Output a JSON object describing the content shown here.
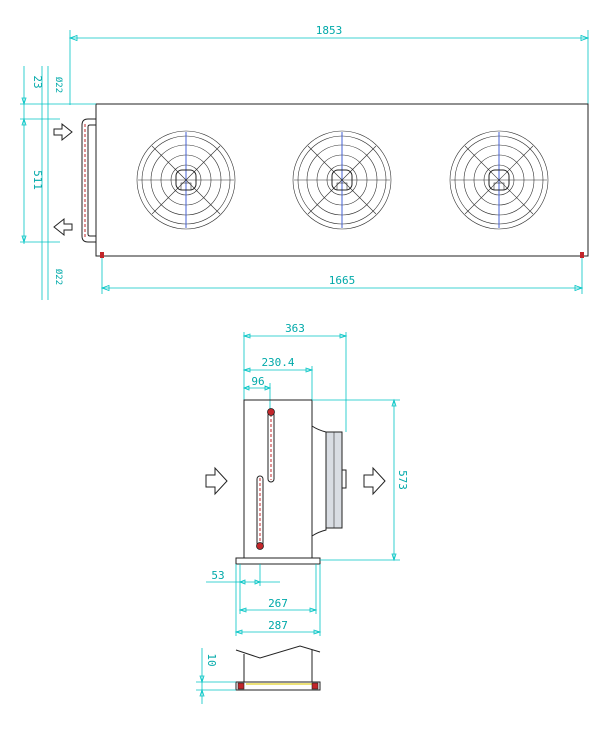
{
  "top_view": {
    "dims": {
      "overall_length": "1853",
      "foot_spacing": "1665",
      "pipe_top_offset": "23",
      "pipe_in_diameter": "Ø22",
      "pipe_spacing": "511",
      "pipe_out_diameter": "Ø22"
    },
    "fan_count": 3
  },
  "side_view": {
    "dims": {
      "total_depth": "363",
      "fan_offset": "230.4",
      "pipe_offset": "96",
      "height": "573",
      "foot_offset": "53",
      "foot_inner": "267",
      "foot_outer": "287"
    }
  },
  "detail_view": {
    "dims": {
      "foot_thickness": "10"
    }
  },
  "colors": {
    "dimension": "#00c4c4",
    "outline": "#222222",
    "pipe": "#c2262a",
    "centerline": "#3050d0"
  }
}
